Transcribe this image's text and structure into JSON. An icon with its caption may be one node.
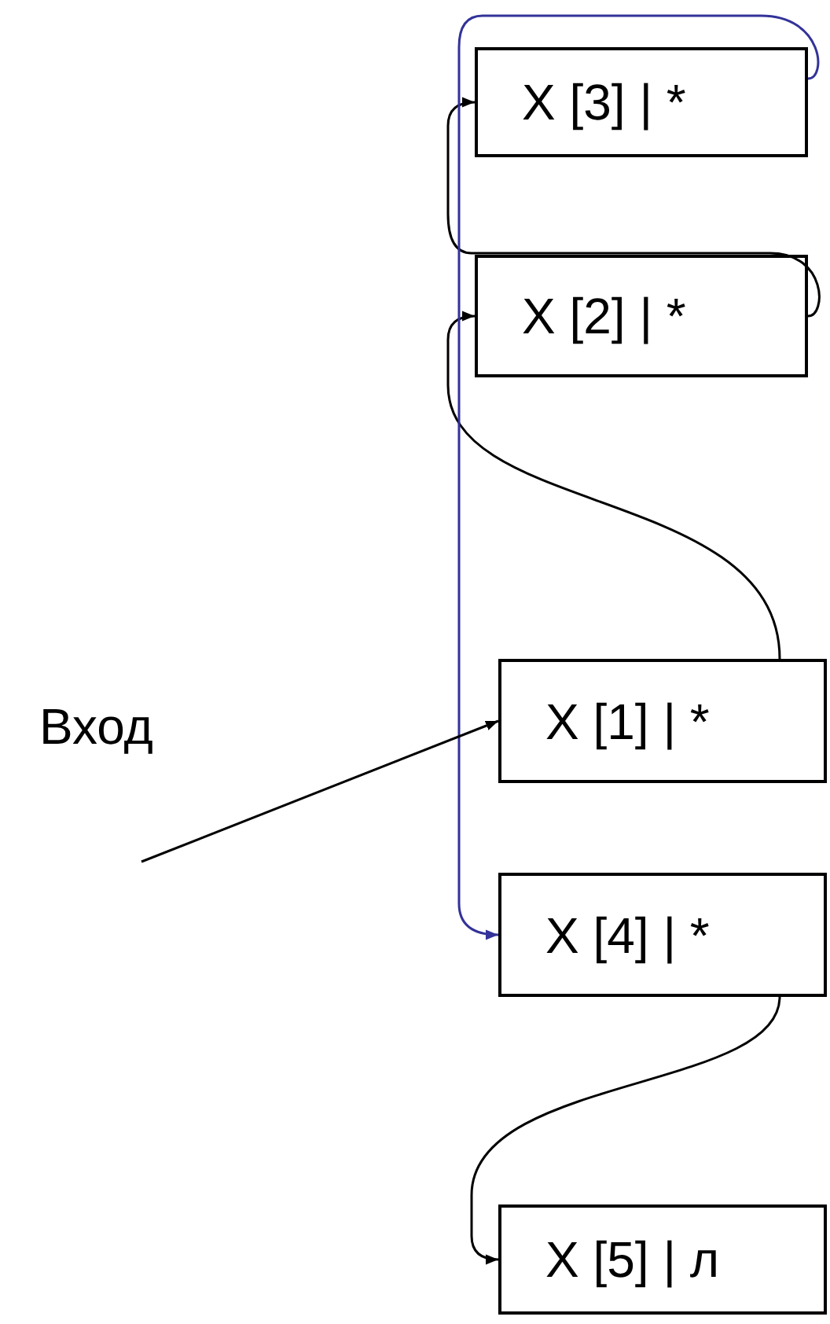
{
  "diagram": {
    "nodes": [
      {
        "text": [
          "X [3] | *"
        ]
      },
      {
        "text": [
          "X [2] | *"
        ]
      },
      {
        "text": [
          "X [1] | *"
        ]
      },
      {
        "text": [
          "X [4] | *"
        ]
      },
      {
        "text": [
          "X [5] | л"
        ]
      }
    ],
    "edges": [
      {
        "from": 1,
        "to": 0,
        "arrow": "to"
      },
      {
        "from": 2,
        "to": 1,
        "arrow": "to"
      },
      {
        "from": 3,
        "to": 4,
        "arrow": "to"
      },
      {
        "from": 0,
        "to": 3,
        "arrow": "to",
        "color": "#333399"
      },
      {
        "from": null,
        "to": 2,
        "arrow": "to"
      }
    ],
    "labels": [
      "Вход"
    ]
  }
}
